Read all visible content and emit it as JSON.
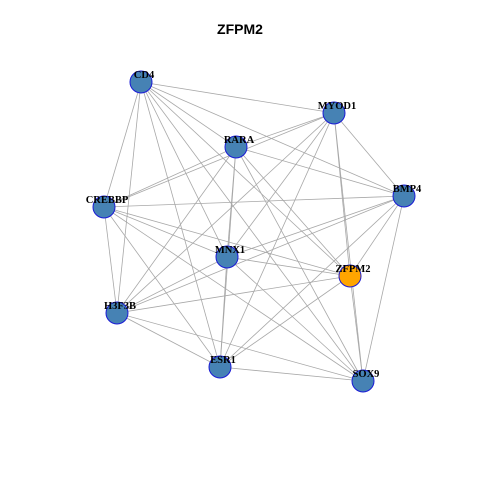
{
  "title": "ZFPM2",
  "colors": {
    "node": "#4682b4",
    "highlight": "#ffa500",
    "border": "#1a1ad6",
    "edge": "#a8a8a8"
  },
  "nodes": [
    {
      "id": "CD4",
      "label": "CD4"
    },
    {
      "id": "MYOD1",
      "label": "MYOD1"
    },
    {
      "id": "RARA",
      "label": "RARA"
    },
    {
      "id": "CREBBP",
      "label": "CREBBP"
    },
    {
      "id": "BMP4",
      "label": "BMP4"
    },
    {
      "id": "MNX1",
      "label": "MNX1"
    },
    {
      "id": "ZFPM2",
      "label": "ZFPM2",
      "highlight": true
    },
    {
      "id": "H3F3B",
      "label": "H3F3B"
    },
    {
      "id": "ESR1",
      "label": "ESR1"
    },
    {
      "id": "SOX9",
      "label": "SOX9"
    }
  ],
  "edges": [
    [
      "CD4",
      "MYOD1"
    ],
    [
      "CD4",
      "RARA"
    ],
    [
      "CD4",
      "CREBBP"
    ],
    [
      "CD4",
      "BMP4"
    ],
    [
      "CD4",
      "ZFPM2"
    ],
    [
      "CD4",
      "H3F3B"
    ],
    [
      "CD4",
      "ESR1"
    ],
    [
      "CD4",
      "SOX9"
    ],
    [
      "CD4",
      "MNX1"
    ],
    [
      "MYOD1",
      "RARA"
    ],
    [
      "MYOD1",
      "CREBBP"
    ],
    [
      "MYOD1",
      "BMP4"
    ],
    [
      "MYOD1",
      "MNX1"
    ],
    [
      "MYOD1",
      "ZFPM2"
    ],
    [
      "MYOD1",
      "H3F3B"
    ],
    [
      "MYOD1",
      "ESR1"
    ],
    [
      "MYOD1",
      "SOX9"
    ],
    [
      "RARA",
      "CREBBP"
    ],
    [
      "RARA",
      "BMP4"
    ],
    [
      "RARA",
      "MNX1"
    ],
    [
      "RARA",
      "ZFPM2"
    ],
    [
      "RARA",
      "H3F3B"
    ],
    [
      "RARA",
      "ESR1"
    ],
    [
      "RARA",
      "SOX9"
    ],
    [
      "CREBBP",
      "BMP4"
    ],
    [
      "CREBBP",
      "MNX1"
    ],
    [
      "CREBBP",
      "ZFPM2"
    ],
    [
      "CREBBP",
      "H3F3B"
    ],
    [
      "CREBBP",
      "ESR1"
    ],
    [
      "CREBBP",
      "SOX9"
    ],
    [
      "BMP4",
      "MNX1"
    ],
    [
      "BMP4",
      "ZFPM2"
    ],
    [
      "BMP4",
      "H3F3B"
    ],
    [
      "BMP4",
      "ESR1"
    ],
    [
      "BMP4",
      "SOX9"
    ],
    [
      "MNX1",
      "ZFPM2"
    ],
    [
      "MNX1",
      "H3F3B"
    ],
    [
      "MNX1",
      "ESR1"
    ],
    [
      "MNX1",
      "SOX9"
    ],
    [
      "ZFPM2",
      "H3F3B"
    ],
    [
      "ZFPM2",
      "ESR1"
    ],
    [
      "ZFPM2",
      "SOX9"
    ],
    [
      "H3F3B",
      "ESR1"
    ],
    [
      "H3F3B",
      "SOX9"
    ],
    [
      "ESR1",
      "SOX9"
    ]
  ]
}
